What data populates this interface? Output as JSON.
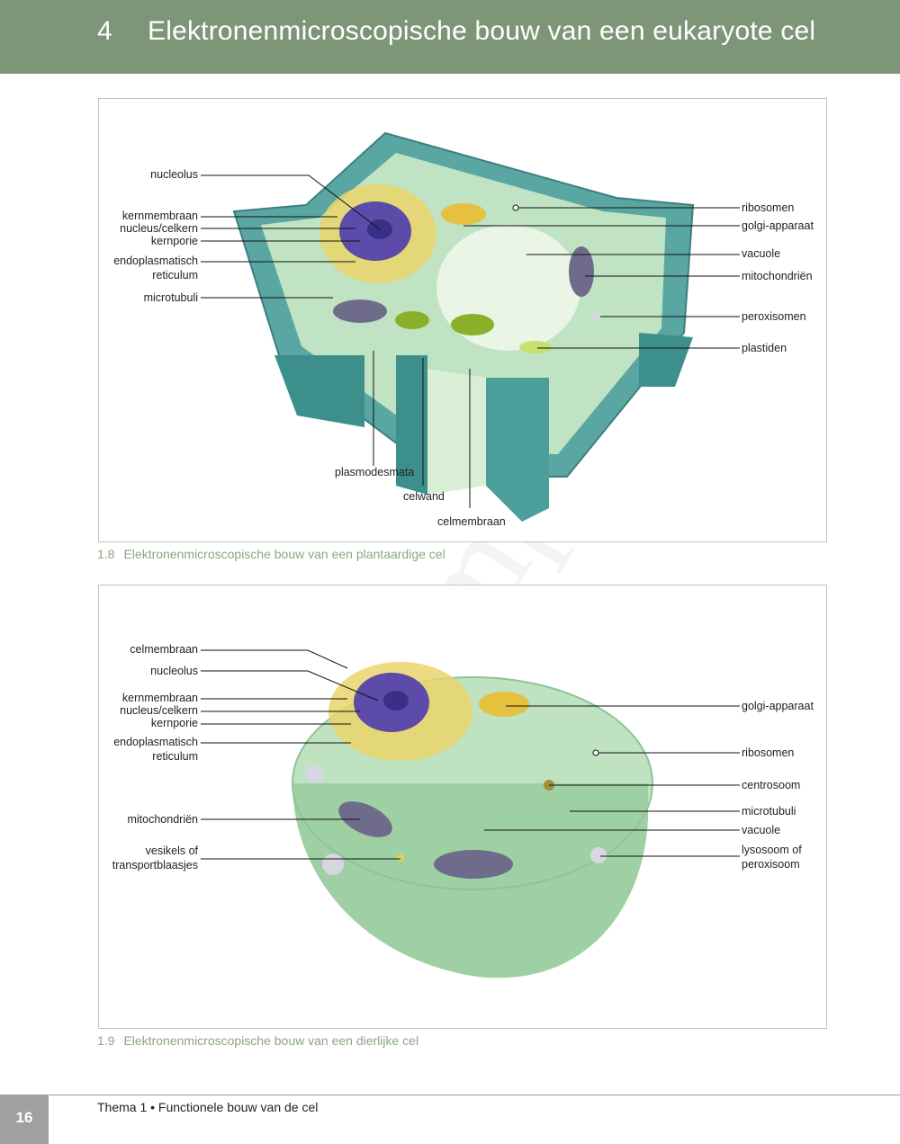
{
  "header": {
    "chapter_number": "4",
    "title": "Elektronenmicroscopische bouw van een eukaryote cel",
    "color": "#7d9677"
  },
  "watermark": "Leesexemplaar",
  "figure1": {
    "caption_number": "1.8",
    "caption": "Elektronenmicroscopische bouw van een plantaardige cel",
    "labels": {
      "nucleolus": "nucleolus",
      "kernmembraan": "kernmembraan",
      "nucleus": "nucleus/celkern",
      "kernporie": "kernporie",
      "er_line1": "endoplasmatisch",
      "er_line2": "reticulum",
      "microtubuli": "microtubuli",
      "ribosomen": "ribosomen",
      "golgi": "golgi-apparaat",
      "vacuole": "vacuole",
      "mitochondrien": "mitochondriën",
      "peroxisomen": "peroxisomen",
      "plastiden": "plastiden",
      "plasmodesmata": "plasmodesmata",
      "celwand": "celwand",
      "celmembraan": "celmembraan"
    }
  },
  "figure2": {
    "caption_number": "1.9",
    "caption": "Elektronenmicroscopische bouw van een dierlijke cel",
    "labels": {
      "celmembraan": "celmembraan",
      "nucleolus": "nucleolus",
      "kernmembraan": "kernmembraan",
      "nucleus": "nucleus/celkern",
      "kernporie": "kernporie",
      "er_line1": "endoplasmatisch",
      "er_line2": "reticulum",
      "mitochondrien": "mitochondriën",
      "vesikels_line1": "vesikels of",
      "vesikels_line2": "transportblaasjes",
      "golgi": "golgi-apparaat",
      "ribosomen": "ribosomen",
      "centrosoom": "centrosoom",
      "microtubuli": "microtubuli",
      "vacuole": "vacuole",
      "lysosoom_line1": "lysosoom of",
      "lysosoom_line2": "peroxisoom"
    }
  },
  "footer": {
    "page_number": "16",
    "text": "Thema 1 • Functionele bouw van de cel"
  }
}
